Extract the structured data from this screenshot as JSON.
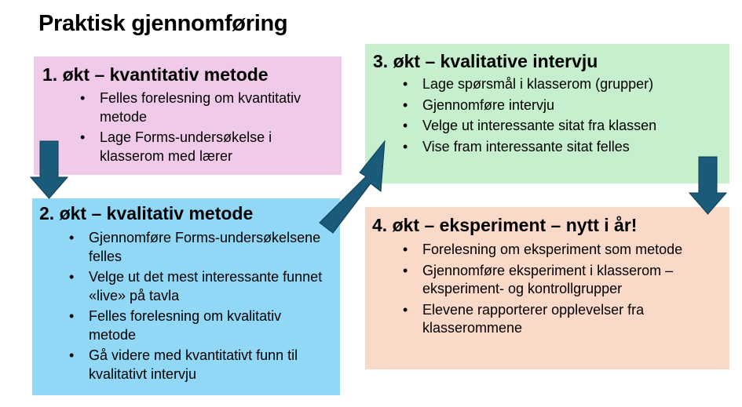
{
  "title": "Praktisk gjennomføring",
  "sessions": [
    {
      "heading": "1. økt – kvantitativ metode",
      "color": "#f0cbe9",
      "bullets": [
        "Felles forelesning om kvantitativ metode",
        "Lage Forms-undersøkelse i klasserom med lærer"
      ]
    },
    {
      "heading": "2. økt – kvalitativ metode",
      "color": "#91d7f6",
      "bullets": [
        "Gjennomføre Forms-undersøkelsene felles",
        "Velge ut det mest interessante funnet «live» på tavla",
        "Felles forelesning om kvalitativ metode",
        "Gå videre med kvantitativt funn til kvalitativt intervju"
      ]
    },
    {
      "heading": "3. økt – kvalitative intervju",
      "color": "#c6efcd",
      "bullets": [
        "Lage spørsmål i klasserom (grupper)",
        "Gjennomføre intervju",
        "Velge ut interessante sitat fra klassen",
        "Vise fram interessante sitat felles"
      ]
    },
    {
      "heading": "4. økt – eksperiment – nytt i år!",
      "color": "#fbd9c8",
      "bullets": [
        "Forelesning om eksperiment som metode",
        "Gjennomføre eksperiment i klasserom – eksperiment- og kontrollgrupper",
        "Elevene rapporterer opplevelser fra klasserommene"
      ]
    }
  ],
  "arrow_color": "#1a5b7a"
}
